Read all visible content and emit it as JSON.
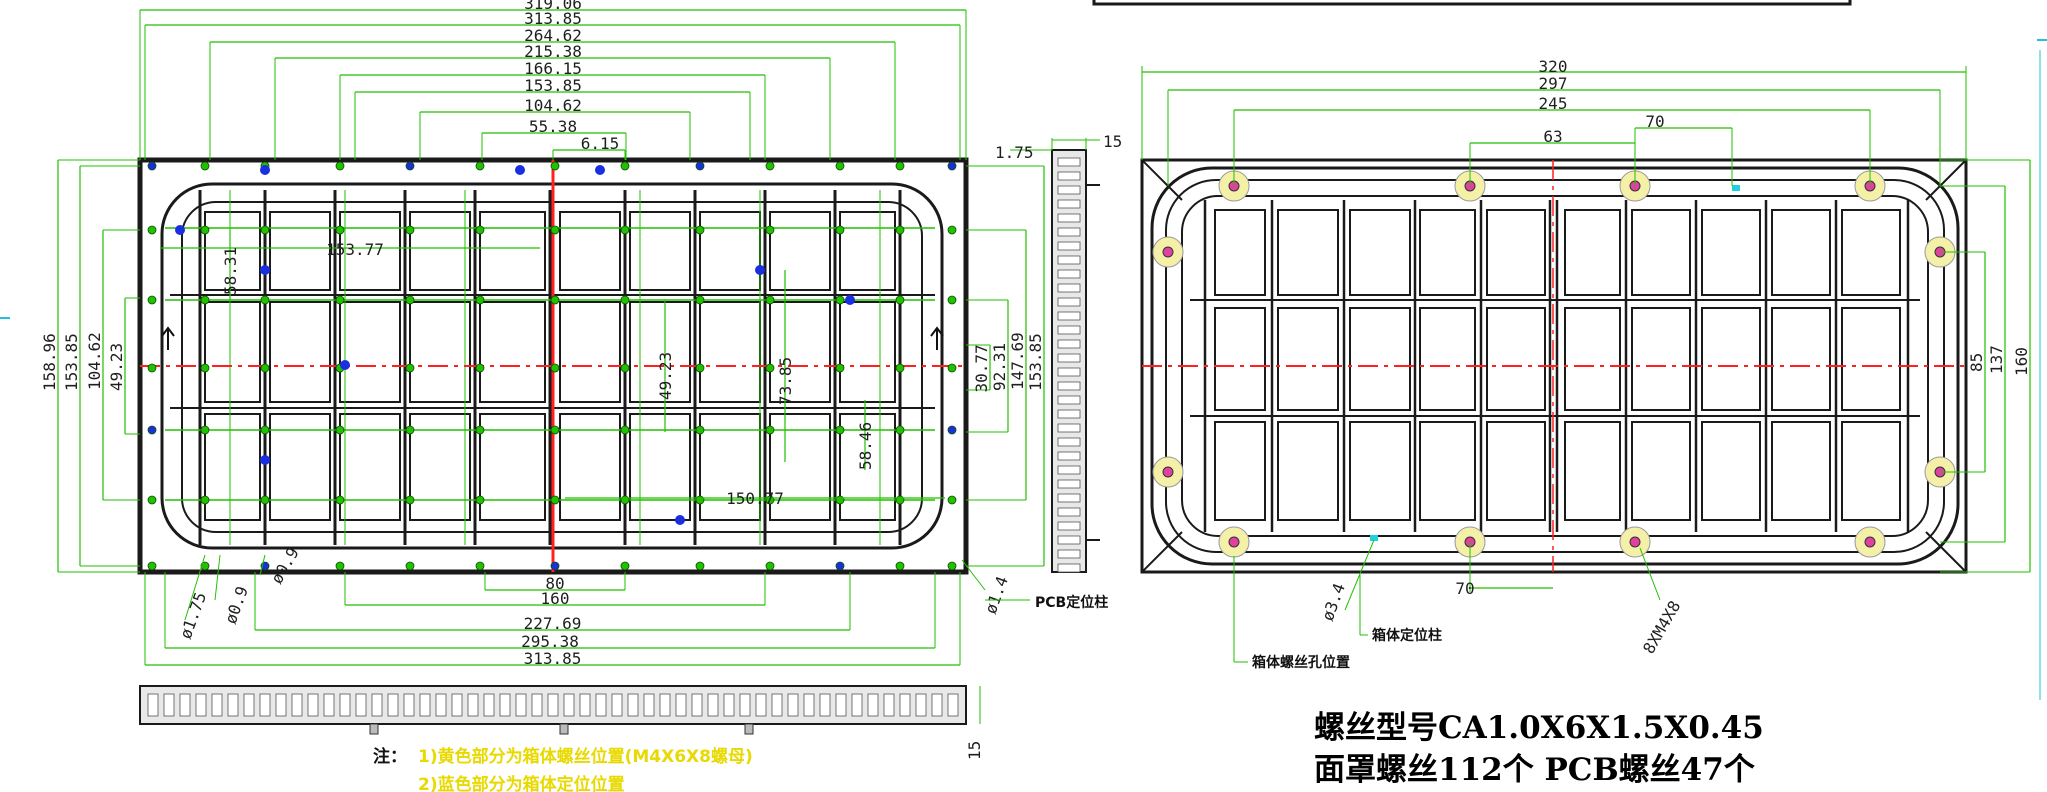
{
  "left_view": {
    "top_dims": [
      "319.06",
      "313.85",
      "264.62",
      "215.38",
      "166.15",
      "153.85",
      "104.62",
      "55.38",
      "6.15"
    ],
    "left_dims": [
      "158.96",
      "153.85",
      "104.62",
      "49.23"
    ],
    "inner_dims": [
      "153.77",
      "58.31",
      "49.23",
      "73.85",
      "58.46",
      "150.77"
    ],
    "right_dims": [
      "30.77",
      "92.31",
      "147.69",
      "153.85"
    ],
    "bottom_dims": [
      "80",
      "160",
      "227.69",
      "295.38",
      "313.85"
    ],
    "hole_labels": [
      "ø1.75",
      "ø0.9",
      "ø0.9",
      "ø1.4"
    ],
    "pcb_label": "PCB定位柱",
    "side_dims": [
      "1.75",
      "15"
    ],
    "bottom_side_dim": "15"
  },
  "right_view": {
    "top_dims": [
      "320",
      "297",
      "245",
      "70",
      "63"
    ],
    "right_dims": [
      "85",
      "137",
      "160"
    ],
    "bottom_dim": "70",
    "screw_label": "8XM4X8",
    "hole_label": "ø3.4",
    "locate_label": "箱体定位柱",
    "screw_hole_label": "箱体螺丝孔位置"
  },
  "notes": {
    "prefix": "注：",
    "line1": "1)黄色部分为箱体螺丝位置(M4X6X8螺母)",
    "line2": "2)蓝色部分为箱体定位位置"
  },
  "spec": {
    "line1": "螺丝型号CA1.0X6X1.5X0.45",
    "line2": "面罩螺丝112个  PCB螺丝47个"
  },
  "colors": {
    "dim": "#22c000",
    "outline": "#1a1a1a",
    "center": "#ff2020",
    "screw": "#f4f0a8",
    "blue": "#1a2fe0"
  }
}
